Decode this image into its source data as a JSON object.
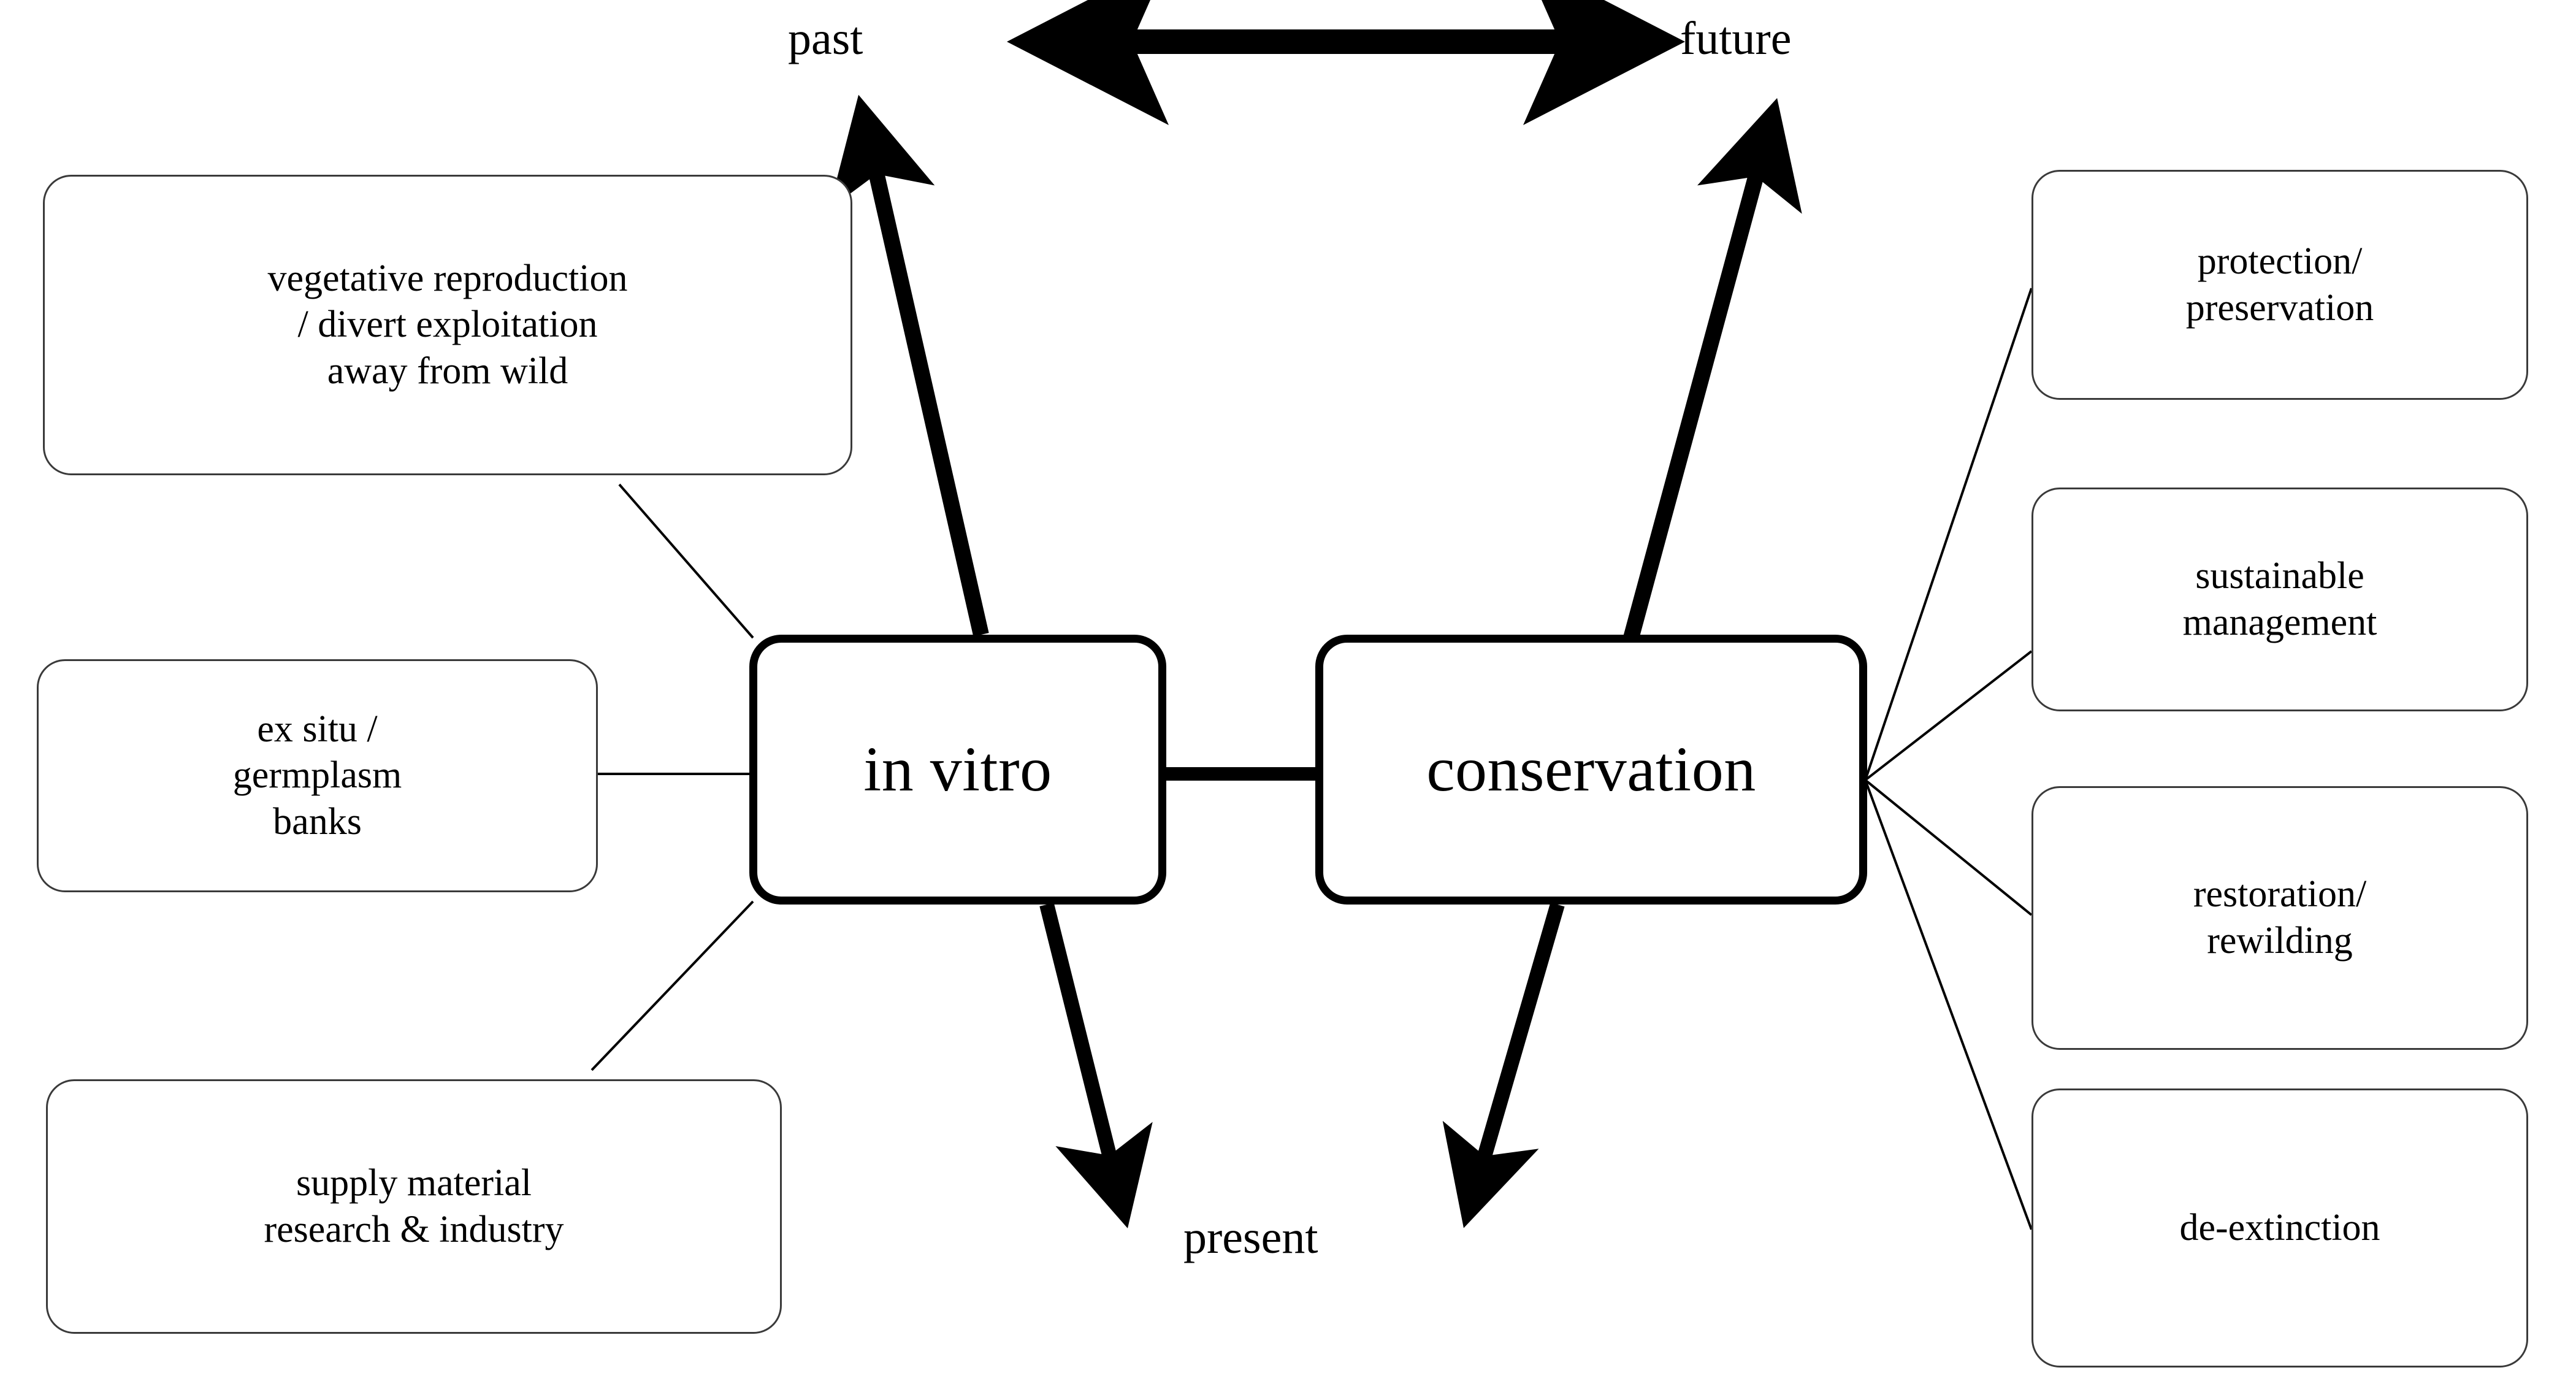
{
  "diagram": {
    "title_axis": {
      "past_label": "past",
      "future_label": "future",
      "present_label": "present",
      "timeline_arrow_icon": "double-headed-horizontal-arrow"
    },
    "core_nodes": [
      {
        "id": "in-vitro",
        "label": "in vitro"
      },
      {
        "id": "conservation",
        "label": "conservation"
      }
    ],
    "left_nodes": [
      {
        "id": "vegetative-reproduction",
        "label": "vegetative reproduction\n/ divert exploitation\naway from wild"
      },
      {
        "id": "ex-situ-germplasm-banks",
        "label": "ex situ /\ngermplasm\nbanks"
      },
      {
        "id": "supply-material",
        "label": "supply  material\nresearch & industry"
      }
    ],
    "right_nodes": [
      {
        "id": "protection-preservation",
        "label": "protection/\npreservation"
      },
      {
        "id": "sustainable-management",
        "label": "sustainable\nmanagement"
      },
      {
        "id": "restoration-rewilding",
        "label": "restoration/\nrewilding"
      },
      {
        "id": "de-extinction",
        "label": "de-extinction"
      }
    ],
    "colors": {
      "background": "#ffffff",
      "core_border": "#000000",
      "leaf_border": "#3a3a3a",
      "connector_thin": "#000000",
      "connector_thick": "#000000",
      "text": "#000000"
    }
  }
}
